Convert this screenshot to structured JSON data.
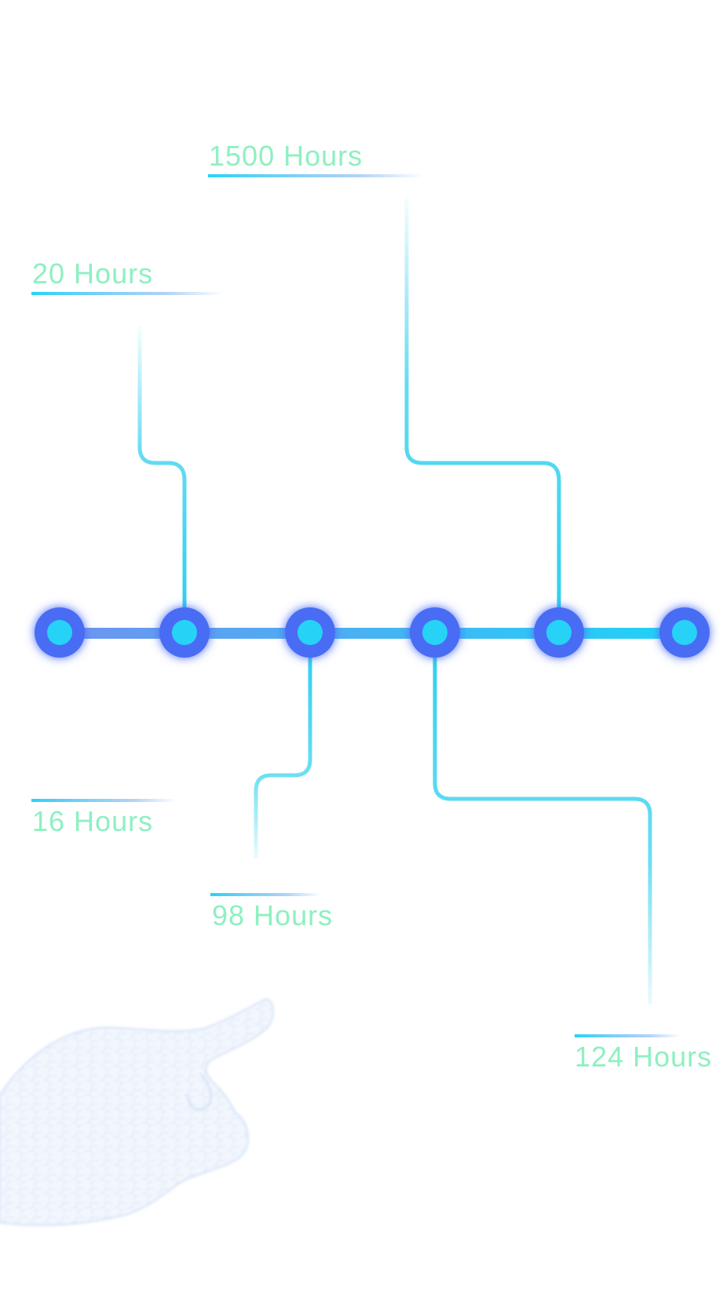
{
  "labels": [
    {
      "id": "label-1500-hours",
      "text": "1500 Hours"
    },
    {
      "id": "label-20-hours",
      "text": "20 Hours"
    },
    {
      "id": "label-16-hours",
      "text": "16 Hours"
    },
    {
      "id": "label-98-hours",
      "text": "98 Hours"
    },
    {
      "id": "label-124-hours",
      "text": "124 Hours"
    }
  ],
  "colors": {
    "node_ring": "#4a6cf4",
    "node_core": "#27d3f7",
    "track_left": "#6f93f0",
    "track_right": "#1fd3f5",
    "connector": "#2fd0ee",
    "label_text": "#8ef0c0",
    "underline": "#27d3f7",
    "hand": "#6f9ee8"
  },
  "icons": {
    "hand": "pointing-hand-icon"
  }
}
